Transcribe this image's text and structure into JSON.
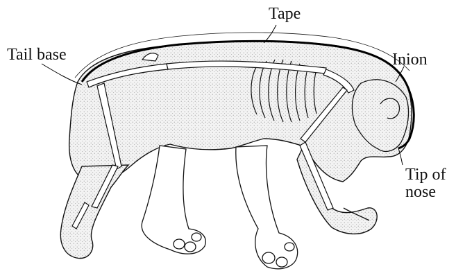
{
  "labels": {
    "tape": "Tape",
    "tail_base": "Tail base",
    "inion": "Inion",
    "tip_of_nose_line1": "Tip of",
    "tip_of_nose_line2": "nose"
  },
  "colors": {
    "ink": "#111111",
    "body_fill": "#f1f1f1",
    "stipple": "#8a8a8a",
    "tape": "#000000"
  }
}
